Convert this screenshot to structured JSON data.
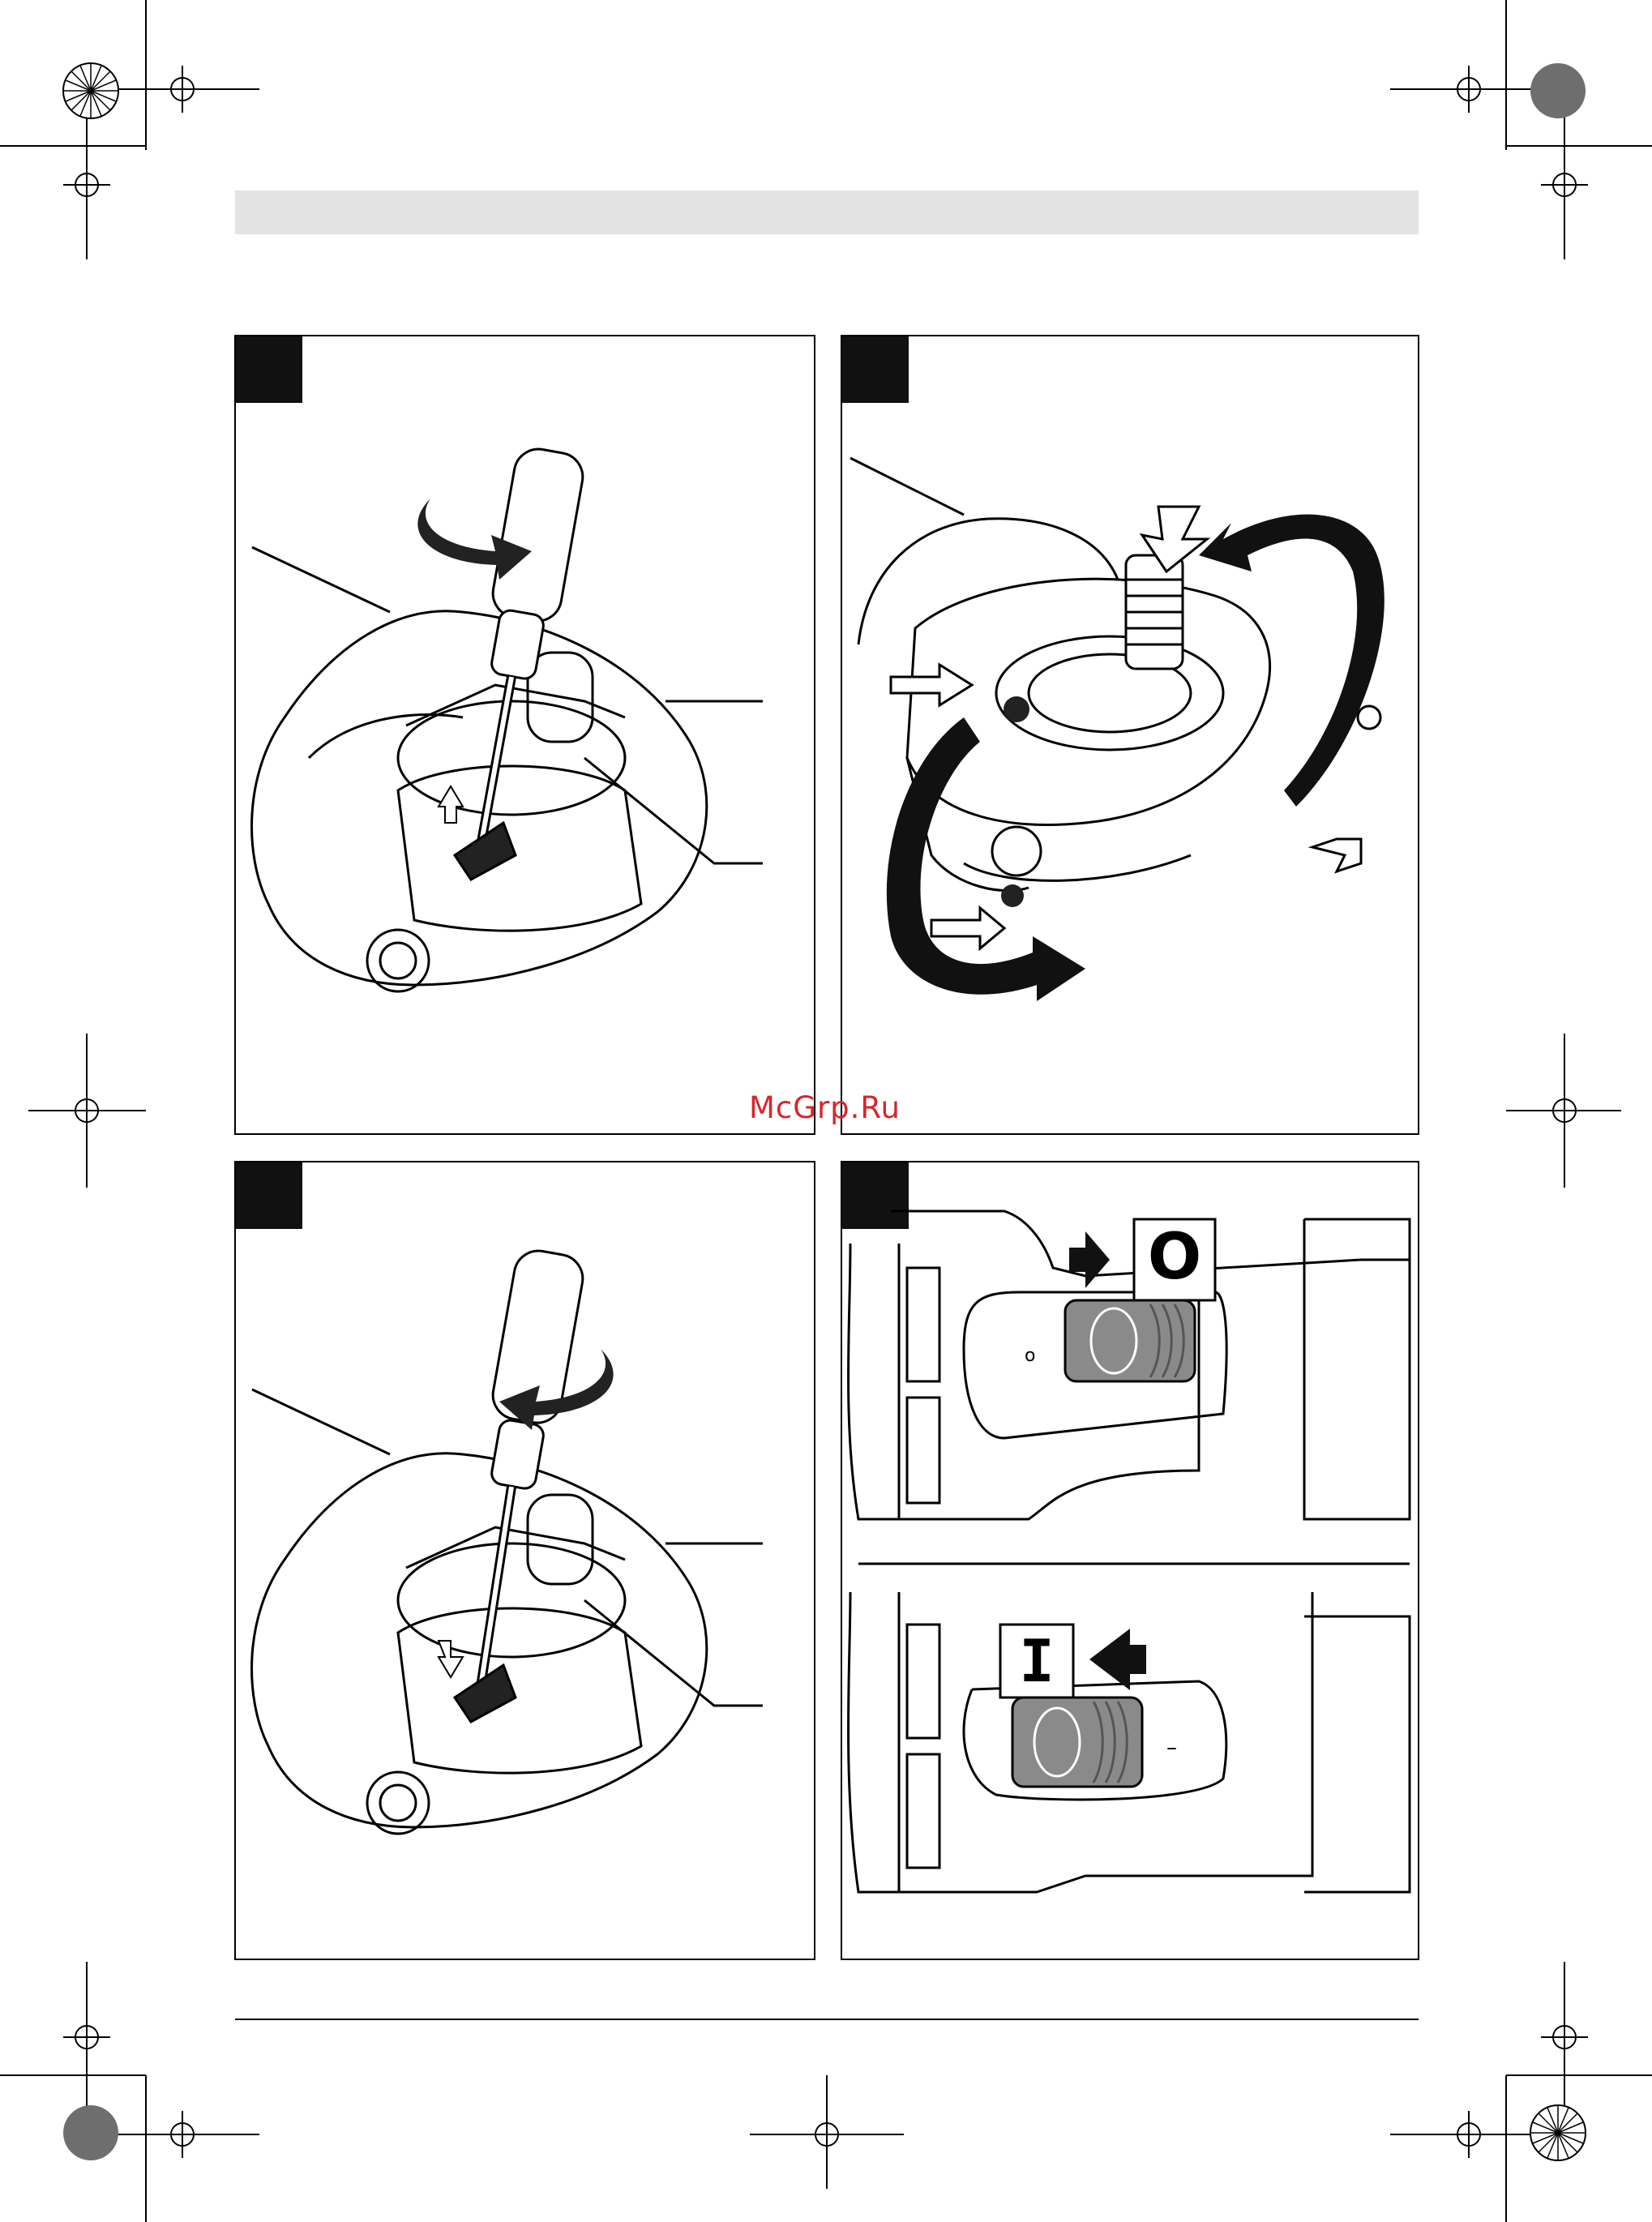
{
  "watermark": {
    "text": "McGrp.Ru",
    "color": "#d6262a"
  },
  "colors": {
    "header_band": "#e3e3e3",
    "ink": "#000000",
    "tab": "#111111",
    "switch_grey": "#8a8a8a"
  },
  "panels": [
    {
      "id": "p1",
      "description_icon": "screwdriver-loosen-icon"
    },
    {
      "id": "p2",
      "description_icon": "gear-head-rotate-icon"
    },
    {
      "id": "p3",
      "description_icon": "screwdriver-tighten-icon"
    },
    {
      "id": "p4",
      "description_icon": "on-off-switch-icon"
    }
  ],
  "switch_symbols": {
    "off": "O",
    "on": "I",
    "off_small": "o",
    "on_small": "–"
  }
}
